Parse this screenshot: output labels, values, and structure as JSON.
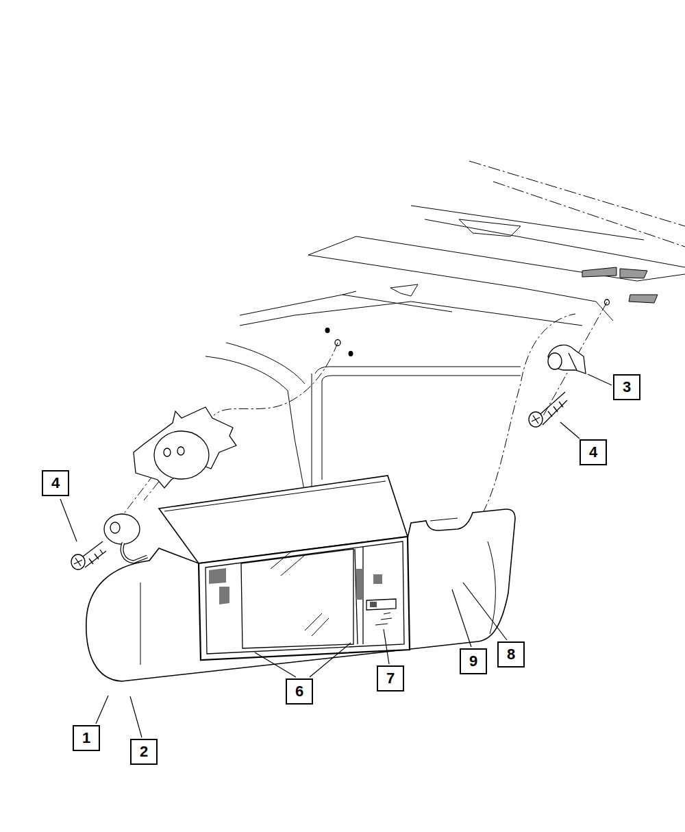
{
  "diagram": {
    "nodes": [
      {
        "text": [
          "3"
        ]
      },
      {
        "text": [
          "4"
        ]
      },
      {
        "text": [
          "4"
        ]
      },
      {
        "text": [
          "8"
        ]
      },
      {
        "text": [
          "9"
        ]
      },
      {
        "text": [
          "7"
        ]
      },
      {
        "text": [
          "6"
        ]
      },
      {
        "text": [
          "1"
        ]
      },
      {
        "text": [
          "2"
        ]
      }
    ]
  }
}
